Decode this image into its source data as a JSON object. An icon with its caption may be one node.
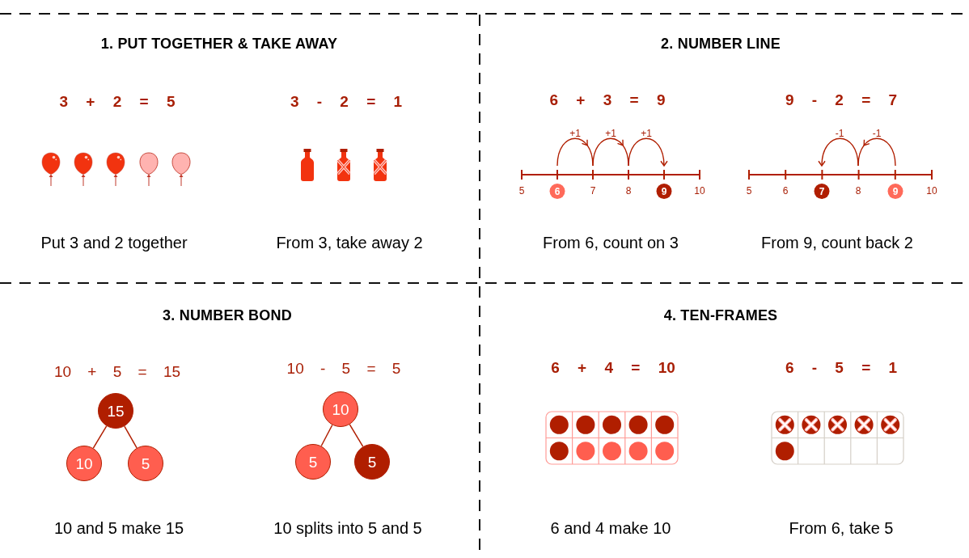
{
  "diagram": {
    "nodes": [
      {
        "text": [
          "15"
        ]
      },
      {
        "text": [
          "10"
        ]
      },
      {
        "text": [
          "5"
        ]
      },
      {
        "text": [
          "10"
        ]
      },
      {
        "text": [
          "5"
        ]
      },
      {
        "text": [
          "5"
        ]
      }
    ],
    "edges": [
      {
        "from": 0,
        "to": 1,
        "arrow": "none"
      },
      {
        "from": 0,
        "to": 2,
        "arrow": "none"
      },
      {
        "from": 3,
        "to": 4,
        "arrow": "none"
      },
      {
        "from": 3,
        "to": 5,
        "arrow": "none"
      }
    ],
    "labels": [
      "1. PUT TOGETHER & TAKE AWAY",
      "3 + 2 = 5",
      "3 - 2 = 1",
      "Put 3 and 2 together",
      "From 3, take away 2",
      "2. NUMBER LINE",
      "6 + 3 = 9",
      "9 - 2 = 7",
      "+1",
      "+1",
      "+1",
      "-1",
      "-1",
      "5",
      "6",
      "7",
      "8",
      "9",
      "10",
      "5",
      "6",
      "7",
      "8",
      "9",
      "10",
      "From 6, count on 3",
      "From 9, count back 2",
      "3. NUMBER BOND",
      "10 + 5 = 15",
      "10 - 5 = 5",
      "10 and 5 make 15",
      "10 splits into 5 and 5",
      "4. TEN-FRAMES",
      "6 + 4 = 10",
      "6 - 5 = 1",
      "6 and 4 make 10",
      "From 6, take 5"
    ]
  }
}
